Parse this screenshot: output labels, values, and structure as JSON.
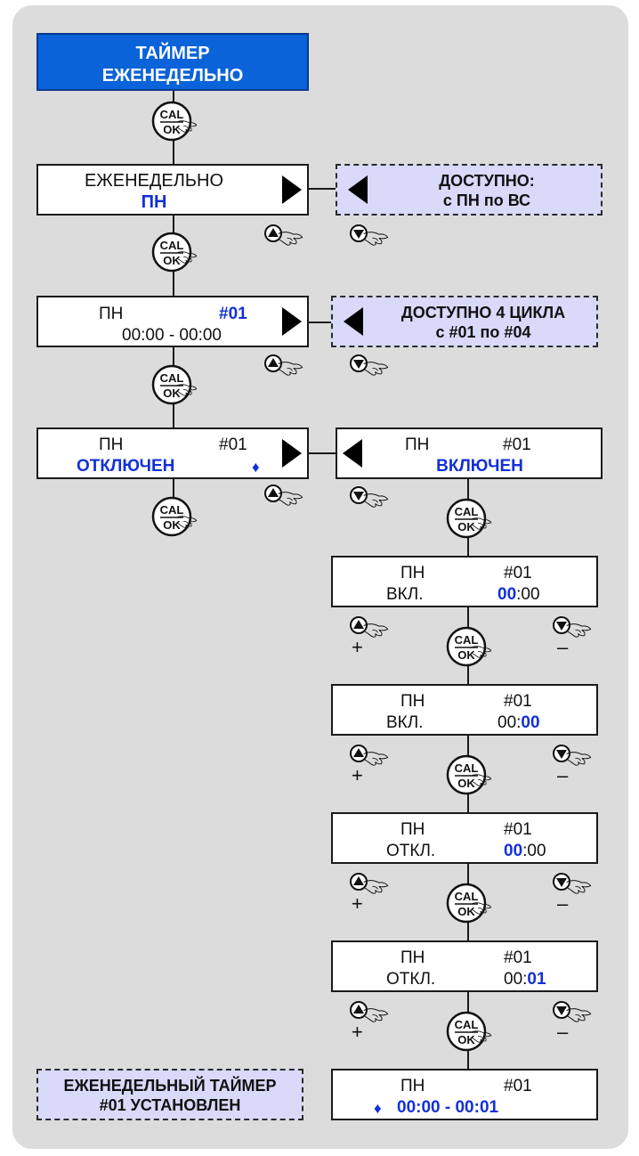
{
  "title": {
    "line1": "ТАЙМЕР",
    "line2": "ЕЖЕНЕДЕЛЬНО"
  },
  "buttons": {
    "cal": "CAL",
    "ok": "OK",
    "plus": "+",
    "minus": "–",
    "diamond": "♦"
  },
  "step1": {
    "line1": "ЕЖЕНЕДЕЛЬНО",
    "value": "ПН"
  },
  "avail1": {
    "line1": "ДОСТУПНО:",
    "line2": "с ПН по ВС"
  },
  "step2": {
    "day": "ПН",
    "cycle": "#01",
    "range": "00:00 - 00:00"
  },
  "avail2": {
    "line1": "ДОСТУПНО 4 ЦИКЛА",
    "line2": "с #01 по #04"
  },
  "step3": {
    "day": "ПН",
    "cycle": "#01",
    "state": "ОТКЛЮЧЕН"
  },
  "step3b": {
    "day": "ПН",
    "cycle": "#01",
    "state": "ВКЛЮЧЕН"
  },
  "on_hour": {
    "day": "ПН",
    "cycle": "#01",
    "label": "ВКЛ.",
    "hh": "00",
    "sep": ":",
    "mm": "00"
  },
  "on_min": {
    "day": "ПН",
    "cycle": "#01",
    "label": "ВКЛ.",
    "hh": "00",
    "sep": ":",
    "mm": "00"
  },
  "off_hour": {
    "day": "ПН",
    "cycle": "#01",
    "label": "ОТКЛ.",
    "hh": "00",
    "sep": ":",
    "mm": "00"
  },
  "off_min": {
    "day": "ПН",
    "cycle": "#01",
    "label": "ОТКЛ.",
    "hh": "00",
    "sep": ":",
    "mm": "01"
  },
  "result": {
    "day": "ПН",
    "cycle": "#01",
    "range": "00:00 - 00:01"
  },
  "done": {
    "line1": "ЕЖЕНЕДЕЛЬНЫЙ ТАЙМЕР",
    "line2": "#01 УСТАНОВЛЕН"
  },
  "colors": {
    "title_bg": "#0a63d8",
    "highlight": "#1230d8",
    "info_bg": "#d9d9fa",
    "panel": "#dcdcdc"
  }
}
